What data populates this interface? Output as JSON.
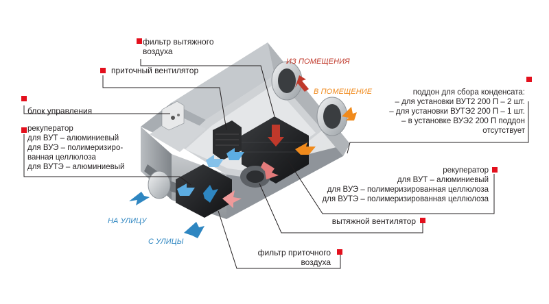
{
  "colors": {
    "marker": "#e3101d",
    "leader": "#231f20",
    "exhaust": "#c0392b",
    "supply_out": "#f08a1c",
    "fresh": "#2e86c1"
  },
  "flows": {
    "from_room": "ИЗ ПОМЕЩЕНИЯ",
    "to_room": "В ПОМЕЩЕНИЕ",
    "to_street": "НА УЛИЦУ",
    "from_street": "С УЛИЦЫ"
  },
  "labels": {
    "exhaust_filter": [
      "фильтр вытяжного",
      "воздуха"
    ],
    "supply_fan": "приточный вентилятор",
    "control_unit": "блок управления",
    "recuperator_left": [
      "рекуператор",
      "для ВУТ – алюминиевый",
      "для ВУЭ – полимеризиро-",
      "ванная целлюлоза",
      "для ВУТЭ – алюминиевый"
    ],
    "condensate_tray": [
      "поддон для сбора конденсата:",
      "– для установки ВУТ2 200 П – 2 шт.",
      "– для установки ВУТЭ2 200 П – 1 шт.",
      "– в установке ВУЭ2 200 П поддон",
      "отсутствует"
    ],
    "recuperator_right": [
      "рекуператор",
      "для ВУТ – алюминиевый",
      "для ВУЭ – полимеризированная целлюлоза",
      "для ВУТЭ – полимеризированная целлюлоза"
    ],
    "exhaust_fan": "вытяжной  вентилятор",
    "supply_filter": [
      "фильтр приточного",
      "воздуха"
    ]
  }
}
